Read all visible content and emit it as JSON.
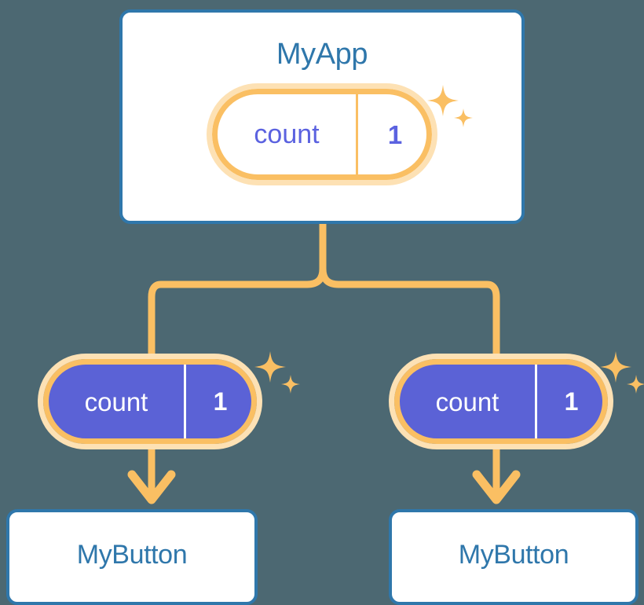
{
  "diagram": {
    "title_visible": false,
    "background_color": "#4c6872",
    "accent_orange": "#fabf63",
    "accent_orange_soft": "#fde1b4",
    "accent_blue": "#2f77ab",
    "accent_purple": "#5b62d6",
    "state_name": "count",
    "state_value": "1"
  },
  "root": {
    "name": "MyApp",
    "state": {
      "key": "count",
      "value": "1"
    }
  },
  "children": [
    {
      "name": "MyButton",
      "state": {
        "key": "count",
        "value": "1"
      }
    },
    {
      "name": "MyButton",
      "state": {
        "key": "count",
        "value": "1"
      }
    }
  ],
  "icons": {
    "sparkle_large": "sparkle-icon",
    "sparkle_small": "sparkle-small-icon",
    "arrow_down": "arrow-down-icon",
    "branch": "branch-connector-icon"
  }
}
